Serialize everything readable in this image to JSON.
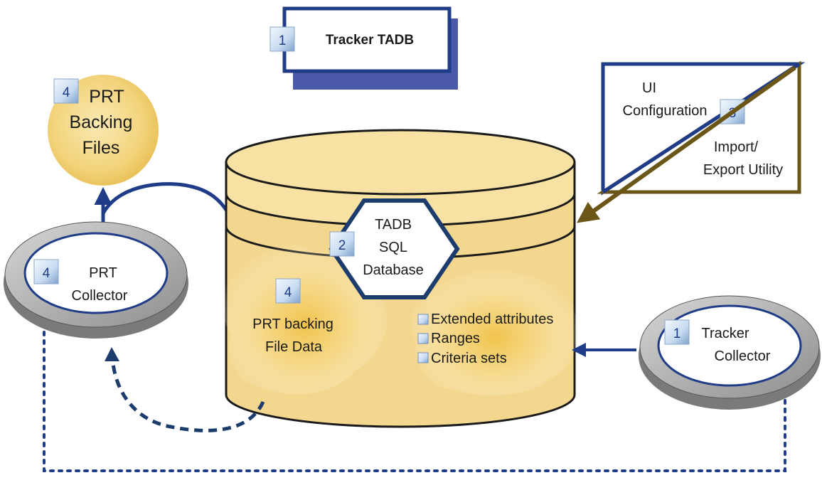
{
  "colors": {
    "navy": "#1f3c88",
    "navy_dark": "#1d3c6e",
    "olive_border": "#6b5618",
    "db_fill": "#f4d78e",
    "db_top": "#f7e1a3",
    "shadow": "#4a5aa8",
    "ring": "#a9a9a9",
    "badge": "#a9c6e4"
  },
  "nodes": {
    "tracker_tadb": {
      "badge": "1",
      "label": "Tracker TADB"
    },
    "prt_backing_files": {
      "badge": "4",
      "lines": [
        "PRT",
        "Backing",
        "Files"
      ]
    },
    "ui_config": {
      "badge": "3",
      "top_lines": [
        "UI",
        "Configuration"
      ],
      "bottom_lines": [
        "Import/",
        "Export Utility"
      ]
    },
    "tadb_sql": {
      "badge": "2",
      "lines": [
        "TADB",
        "SQL",
        "Database"
      ]
    },
    "prt_collector": {
      "badge": "4",
      "lines": [
        "PRT",
        "Collector"
      ]
    },
    "prt_backing_data": {
      "badge": "4",
      "lines": [
        "PRT backing",
        "File Data"
      ]
    },
    "config_items": {
      "items": [
        {
          "label": "Extended attributes"
        },
        {
          "label": "Ranges"
        },
        {
          "label": "Criteria sets"
        }
      ]
    },
    "tracker_collector": {
      "badge": "1",
      "lines": [
        "Tracker",
        "Collector"
      ]
    }
  }
}
